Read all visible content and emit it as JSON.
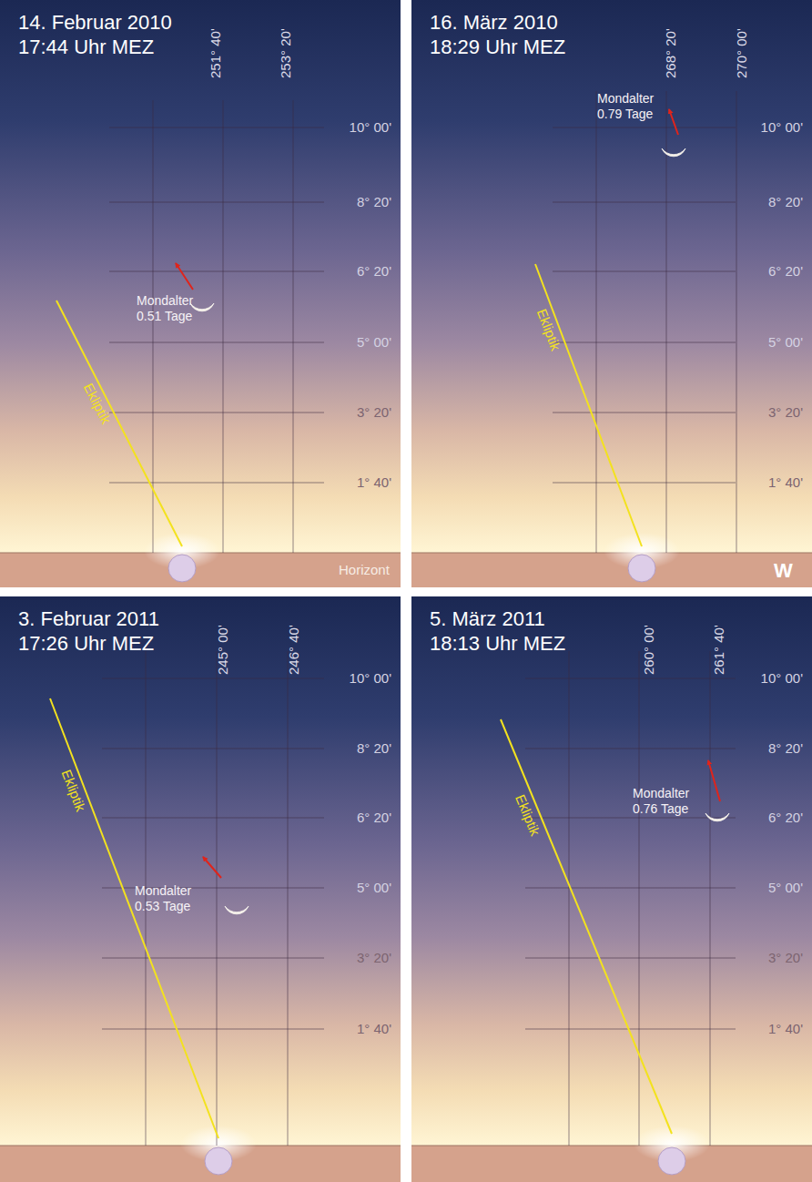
{
  "diagram": {
    "labels": [
      "14. Februar 2010",
      "17:44 Uhr MEZ",
      "251° 40'",
      "253° 20'",
      "10° 00'",
      "8° 20'",
      "6° 20'",
      "5° 00'",
      "3° 20'",
      "1° 40'",
      "Ekliptik",
      "Mondalter 0.51 Tage",
      "Horizont",
      "16. März 2010",
      "18:29 Uhr MEZ",
      "268° 20'",
      "270° 00'",
      "10° 00'",
      "8° 20'",
      "6° 20'",
      "5° 00'",
      "3° 20'",
      "1° 40'",
      "Ekliptik",
      "Mondalter 0.79 Tage",
      "W",
      "3. Februar 2011",
      "17:26 Uhr MEZ",
      "245° 00'",
      "246° 40'",
      "10° 00'",
      "8° 20'",
      "6° 20'",
      "5° 00'",
      "3° 20'",
      "1° 40'",
      "Ekliptik",
      "Mondalter 0.53 Tage",
      "5. März 2011",
      "18:13 Uhr MEZ",
      "260° 00'",
      "261° 40'",
      "10° 00'",
      "8° 20'",
      "6° 20'",
      "5° 00'",
      "3° 20'",
      "1° 40'",
      "Ekliptik",
      "Mondalter 0.76 Tage"
    ]
  }
}
